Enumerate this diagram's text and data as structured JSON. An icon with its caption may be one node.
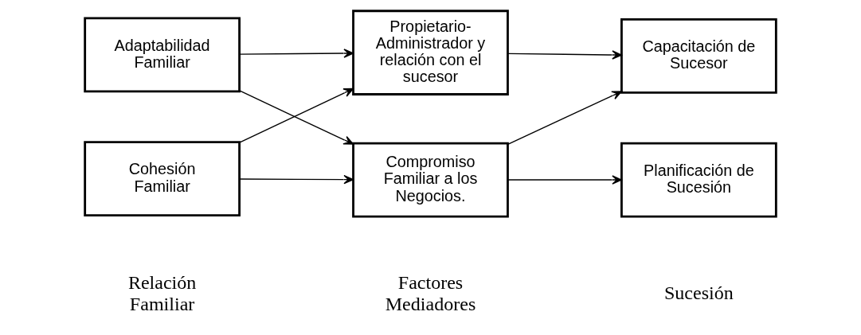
{
  "diagram": {
    "nodes": [
      {
        "text": [
          "Cohesión Familiar"
        ]
      },
      {
        "text": [
          "Adaptabilidad Familiar"
        ]
      },
      {
        "text": [
          "Compromiso Familiar a los Negocios."
        ]
      },
      {
        "text": [
          "Propietario- Administrador y relación con el sucesor"
        ]
      },
      {
        "text": [
          "Planificación de Sucesión"
        ]
      },
      {
        "text": [
          "Capacitación de Sucesor"
        ]
      }
    ],
    "edges": [
      {
        "from": 0,
        "to": 2,
        "arrow": "to"
      },
      {
        "from": 0,
        "to": 3,
        "arrow": "to"
      },
      {
        "from": 1,
        "to": 2,
        "arrow": "to"
      },
      {
        "from": 1,
        "to": 3,
        "arrow": "to"
      },
      {
        "from": 2,
        "to": 4,
        "arrow": "to"
      },
      {
        "from": 2,
        "to": 5,
        "arrow": "to"
      },
      {
        "from": 3,
        "to": 5,
        "arrow": "to"
      }
    ],
    "labels": [
      "Relación Familiar",
      "Factores Mediadores",
      "Sucesión"
    ]
  }
}
